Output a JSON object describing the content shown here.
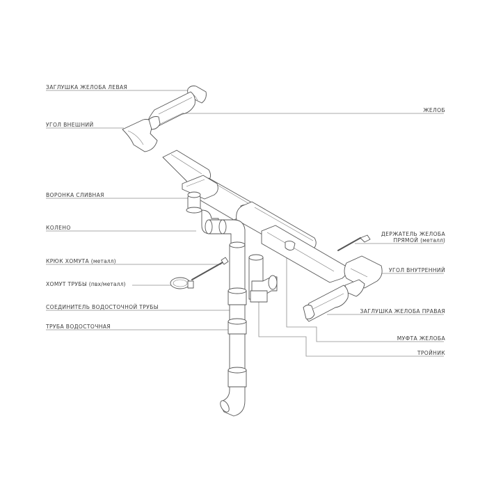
{
  "labels": {
    "end_cap_left": "ЗАГЛУШКА ЖЕЛОБА ЛЕВАЯ",
    "outer_corner": "УГОЛ ВНЕШНИЙ",
    "funnel": "ВОРОНКА СЛИВНАЯ",
    "elbow": "КОЛЕНО",
    "clamp_hook": "КРЮК ХОМУТА",
    "clamp_hook_note": "(металл)",
    "pipe_clamp": "ХОМУТ ТРУБЫ",
    "pipe_clamp_note": "(пвх/металл)",
    "pipe_connector": "СОЕДИНИТЕЛЬ ВОДОСТОЧНОЙ ТРУБЫ",
    "downpipe": "ТРУБА ВОДОСТОЧНАЯ",
    "gutter": "ЖЕЛОБ",
    "holder_line1": "ДЕРЖАТЕЛЬ ЖЕЛОБА",
    "holder_line2": "ПРЯМОЙ",
    "holder_note": "(металл)",
    "inner_corner": "УГОЛ ВНУТРЕННИЙ",
    "end_cap_right": "ЗАГЛУШКА ЖЕЛОБА ПРАВАЯ",
    "gutter_coupling": "МУФТА ЖЕЛОБА",
    "tee": "ТРОЙНИК"
  },
  "colors": {
    "line": "#555555",
    "leader": "#8c8c8c",
    "text": "#3a3a3a",
    "background": "#ffffff"
  }
}
